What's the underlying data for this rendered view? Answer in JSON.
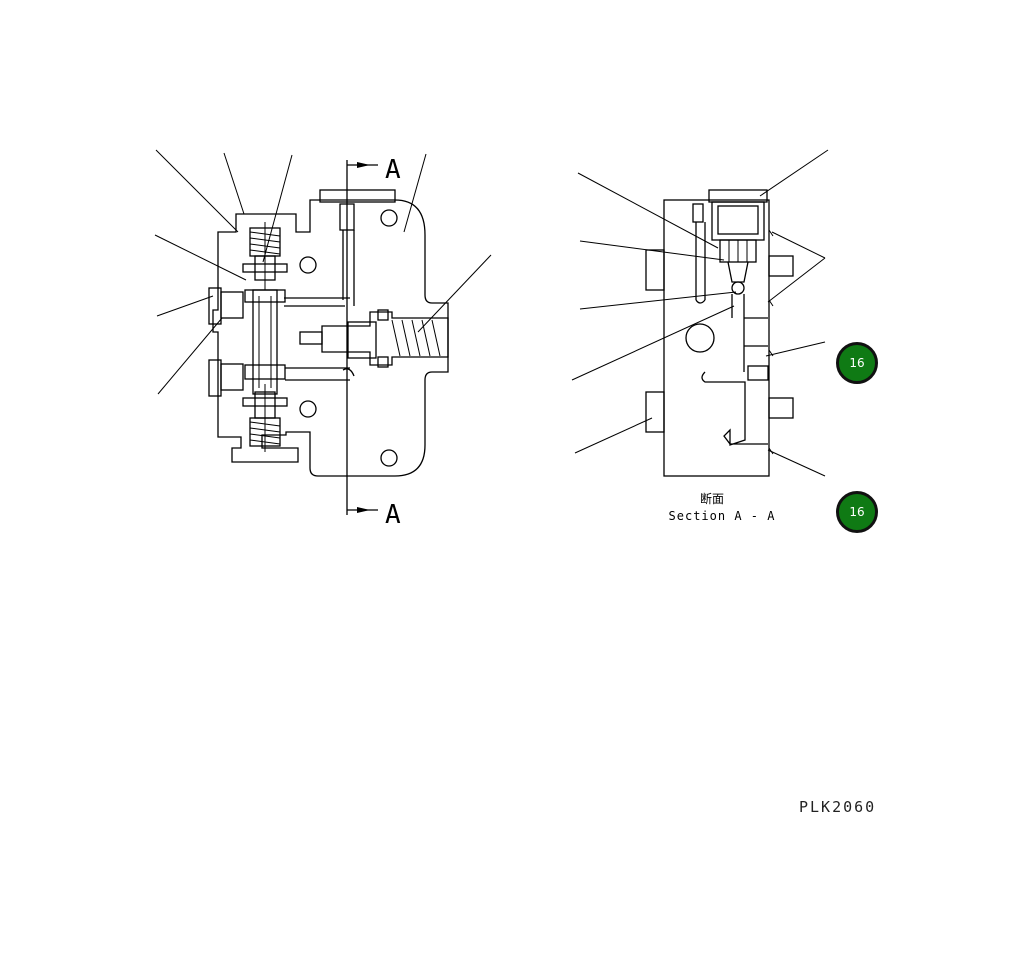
{
  "section_markers": {
    "top": "A",
    "bottom": "A"
  },
  "section_caption": {
    "japanese": "断面",
    "english": "Section A - A"
  },
  "callouts": [
    {
      "label": "16"
    },
    {
      "label": "16"
    }
  ],
  "drawing_id": "PLK2060",
  "colors": {
    "badge_fill": "#0f7a14",
    "badge_border": "#111111",
    "line": "#000000"
  },
  "icons": {
    "callout_badge": "green-circle-badge"
  }
}
